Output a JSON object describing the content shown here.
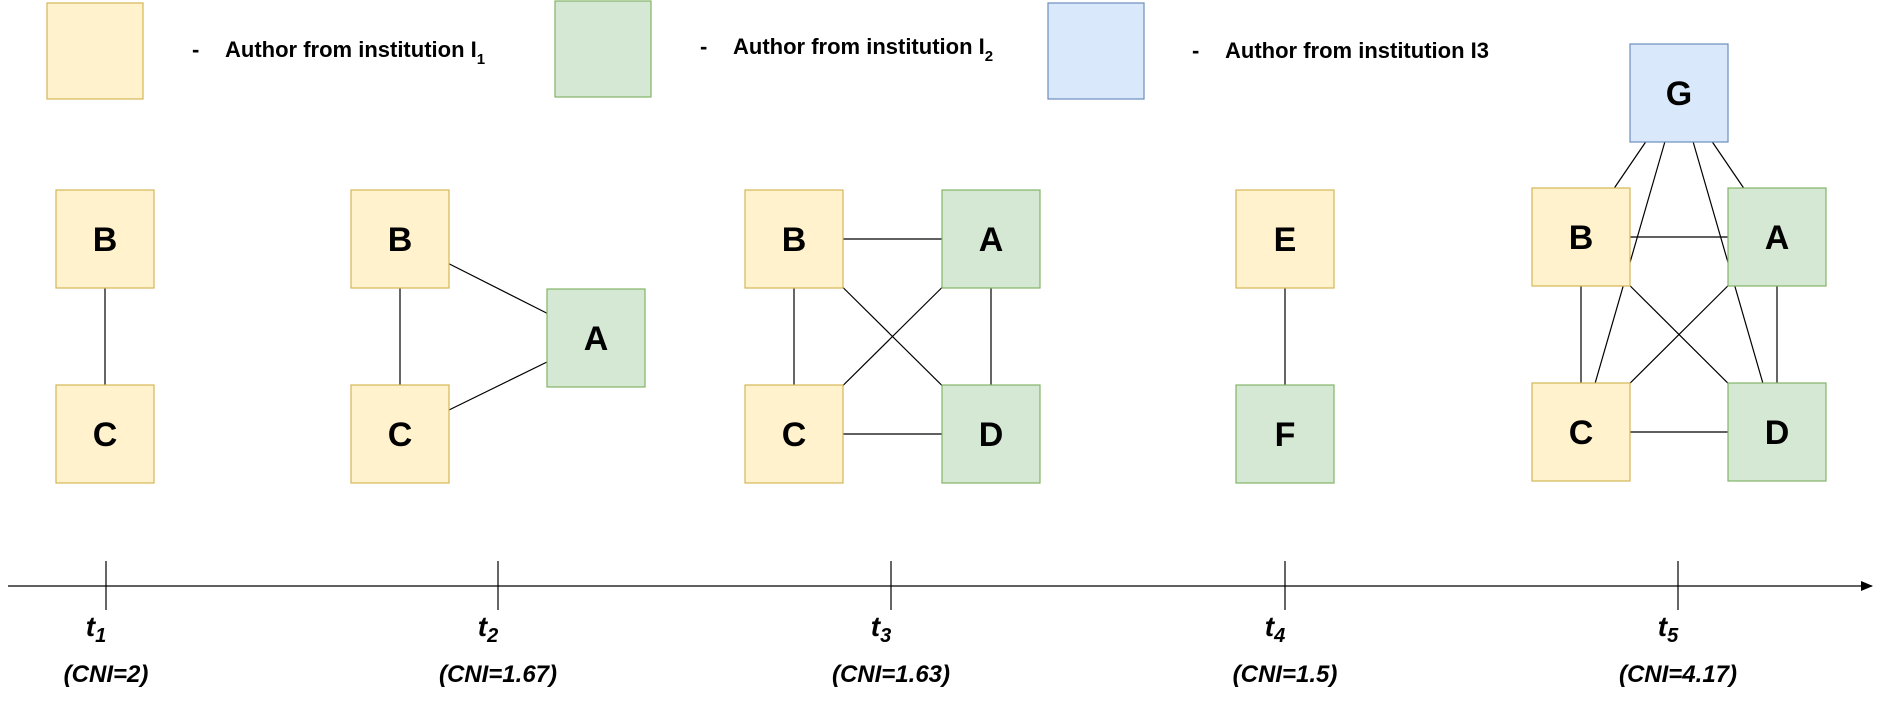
{
  "legend": [
    {
      "symbol": "-",
      "text": "Author from institution I",
      "sub": "1",
      "fill": "#fff2cc",
      "stroke": "#d6b656"
    },
    {
      "symbol": "-",
      "text": "Author from institution I",
      "sub": "2",
      "fill": "#d5e8d4",
      "stroke": "#82b366"
    },
    {
      "symbol": "-",
      "text": "Author from institution I3",
      "sub": "",
      "fill": "#dae8fc",
      "stroke": "#6c8ebf"
    }
  ],
  "colors": {
    "I1": {
      "fill": "#fff2cc",
      "stroke": "#d6b656"
    },
    "I2": {
      "fill": "#d5e8d4",
      "stroke": "#82b366"
    },
    "I3": {
      "fill": "#dae8fc",
      "stroke": "#6c8ebf"
    },
    "edge": "#000000",
    "axis": "#000000"
  },
  "timeline": [
    {
      "tick": "t",
      "sub": "1",
      "cni": "(CNI=2)"
    },
    {
      "tick": "t",
      "sub": "2",
      "cni": "(CNI=1.67)"
    },
    {
      "tick": "t",
      "sub": "3",
      "cni": "(CNI=1.63)"
    },
    {
      "tick": "t",
      "sub": "4",
      "cni": "(CNI=1.5)"
    },
    {
      "tick": "t",
      "sub": "5",
      "cni": "(CNI=4.17)"
    }
  ],
  "graphs": [
    {
      "nodes": [
        {
          "label": "B",
          "inst": "I1"
        },
        {
          "label": "C",
          "inst": "I1"
        }
      ],
      "edges": [
        [
          "B",
          "C"
        ]
      ]
    },
    {
      "nodes": [
        {
          "label": "B",
          "inst": "I1"
        },
        {
          "label": "C",
          "inst": "I1"
        },
        {
          "label": "A",
          "inst": "I2"
        }
      ],
      "edges": [
        [
          "B",
          "C"
        ],
        [
          "B",
          "A"
        ],
        [
          "C",
          "A"
        ]
      ]
    },
    {
      "nodes": [
        {
          "label": "B",
          "inst": "I1"
        },
        {
          "label": "A",
          "inst": "I2"
        },
        {
          "label": "C",
          "inst": "I1"
        },
        {
          "label": "D",
          "inst": "I2"
        }
      ],
      "edges": [
        [
          "B",
          "A"
        ],
        [
          "B",
          "C"
        ],
        [
          "B",
          "D"
        ],
        [
          "A",
          "C"
        ],
        [
          "A",
          "D"
        ],
        [
          "C",
          "D"
        ]
      ]
    },
    {
      "nodes": [
        {
          "label": "E",
          "inst": "I1"
        },
        {
          "label": "F",
          "inst": "I2"
        }
      ],
      "edges": [
        [
          "E",
          "F"
        ]
      ]
    },
    {
      "nodes": [
        {
          "label": "G",
          "inst": "I3"
        },
        {
          "label": "B",
          "inst": "I1"
        },
        {
          "label": "A",
          "inst": "I2"
        },
        {
          "label": "C",
          "inst": "I1"
        },
        {
          "label": "D",
          "inst": "I2"
        }
      ],
      "edges": [
        [
          "G",
          "B"
        ],
        [
          "G",
          "A"
        ],
        [
          "G",
          "C"
        ],
        [
          "G",
          "D"
        ],
        [
          "B",
          "A"
        ],
        [
          "B",
          "C"
        ],
        [
          "B",
          "D"
        ],
        [
          "A",
          "C"
        ],
        [
          "A",
          "D"
        ],
        [
          "C",
          "D"
        ]
      ]
    }
  ]
}
